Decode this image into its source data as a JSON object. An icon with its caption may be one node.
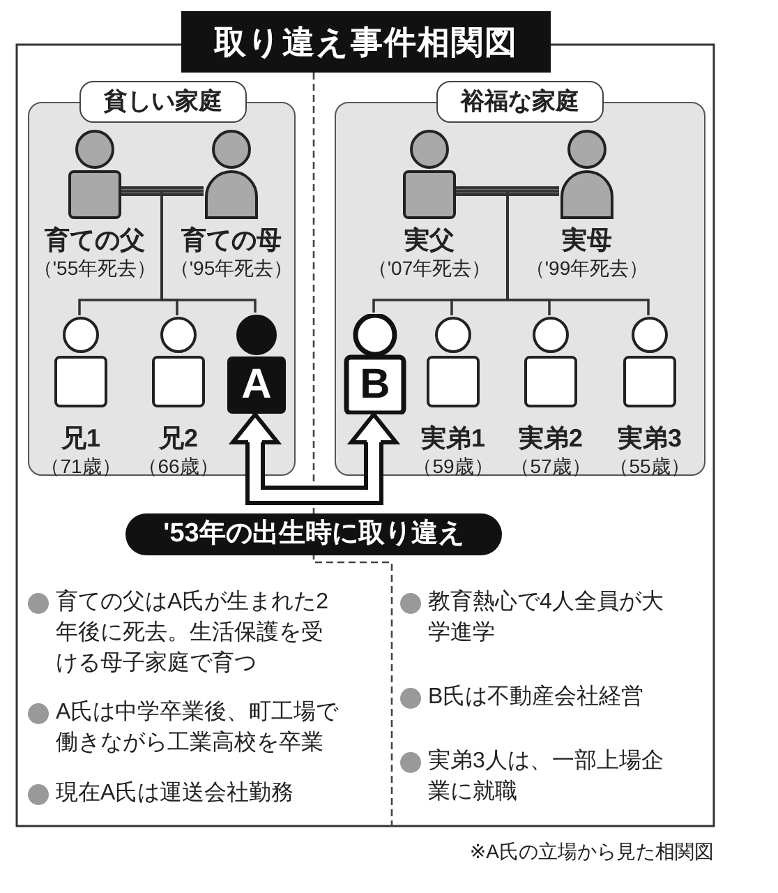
{
  "diagram": {
    "title": "取り違え事件相関図",
    "nodes": [
      {
        "text": [
          "貧しい家庭"
        ]
      },
      {
        "text": [
          "裕福な家庭"
        ]
      },
      {
        "text": [
          "育ての父",
          "（'55年死去）"
        ],
        "in": 0
      },
      {
        "text": [
          "育ての母",
          "（'95年死去）"
        ],
        "in": 0
      },
      {
        "text": [
          "兄1",
          "（71歳）"
        ],
        "in": 0
      },
      {
        "text": [
          "兄2",
          "（66歳）"
        ],
        "in": 0
      },
      {
        "text": [
          "A"
        ],
        "in": 0
      },
      {
        "text": [
          "実父",
          "（'07年死去）"
        ],
        "in": 1
      },
      {
        "text": [
          "実母",
          "（'99年死去）"
        ],
        "in": 1
      },
      {
        "text": [
          "B"
        ],
        "in": 1
      },
      {
        "text": [
          "実弟1",
          "（59歳）"
        ],
        "in": 1
      },
      {
        "text": [
          "実弟2",
          "（57歳）"
        ],
        "in": 1
      },
      {
        "text": [
          "実弟3",
          "（55歳）"
        ],
        "in": 1
      },
      {
        "text": [
          "'53年の出生時に取り違え"
        ]
      }
    ],
    "edges": [
      {
        "from": 2,
        "to": 3,
        "arrow": "none",
        "style": "thick"
      },
      {
        "from": 2,
        "to": 4,
        "arrow": "none"
      },
      {
        "from": 2,
        "to": 5,
        "arrow": "none"
      },
      {
        "from": 2,
        "to": 6,
        "arrow": "none"
      },
      {
        "from": 3,
        "to": 4,
        "arrow": "none"
      },
      {
        "from": 3,
        "to": 5,
        "arrow": "none"
      },
      {
        "from": 3,
        "to": 6,
        "arrow": "none"
      },
      {
        "from": 7,
        "to": 8,
        "arrow": "none",
        "style": "thick"
      },
      {
        "from": 7,
        "to": 9,
        "arrow": "none"
      },
      {
        "from": 7,
        "to": 10,
        "arrow": "none"
      },
      {
        "from": 7,
        "to": 11,
        "arrow": "none"
      },
      {
        "from": 7,
        "to": 12,
        "arrow": "none"
      },
      {
        "from": 8,
        "to": 9,
        "arrow": "none"
      },
      {
        "from": 8,
        "to": 10,
        "arrow": "none"
      },
      {
        "from": 8,
        "to": 11,
        "arrow": "none"
      },
      {
        "from": 8,
        "to": 12,
        "arrow": "none"
      },
      {
        "from": 6,
        "to": 9,
        "arrow": "both",
        "style": "thick",
        "color": "#ffffff"
      }
    ],
    "labels": [
      "育ての父はA氏が生まれた2年後に死去。生活保護を受ける母子家庭で育つ",
      "A氏は中学卒業後、町工場で働きながら工業高校を卒業",
      "現在A氏は運送会社勤務",
      "教育熱心で4人全員が大学進学",
      "B氏は不動産会社経営",
      "実弟3人は、一部上場企業に就職",
      "※A氏の立場から見た相関図"
    ]
  }
}
